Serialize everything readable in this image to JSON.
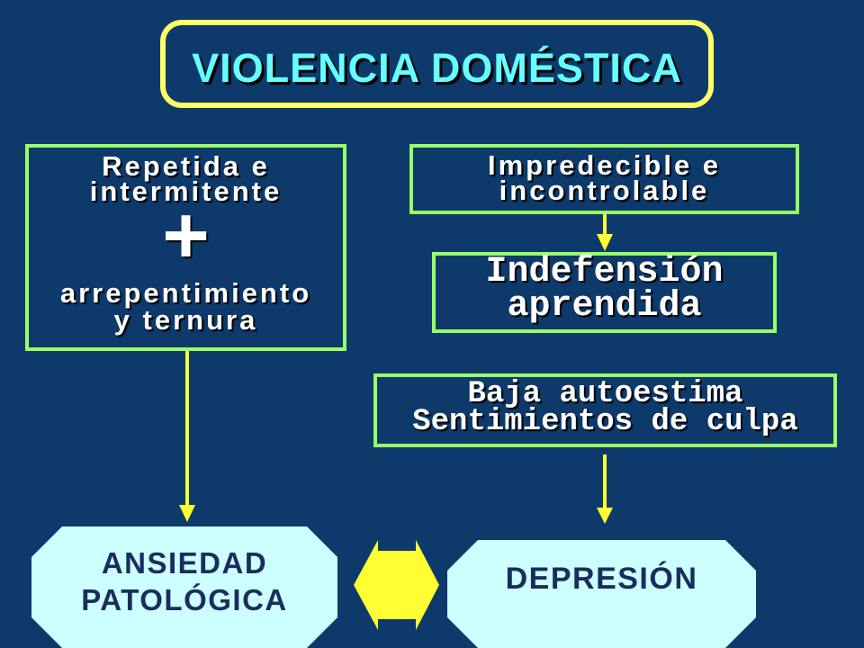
{
  "title": "VIOLENCIA DOMÉSTICA",
  "left_box": {
    "line1": "Repetida e",
    "line2": "intermitente",
    "plus": "+",
    "line3": "arrepentimiento",
    "line4": "y ternura"
  },
  "unpredictable_box": {
    "line1": "Impredecible e",
    "line2": "incontrolable"
  },
  "helplessness_box": {
    "line1": "Indefensión",
    "line2": "aprendida"
  },
  "self_esteem_box": {
    "line1": "Baja autoestima",
    "line2": "Sentimientos de culpa"
  },
  "anxiety_node": {
    "line1": "ANSIEDAD",
    "line2": "PATOLÓGICA"
  },
  "depression_node": {
    "label": "DEPRESIÓN"
  },
  "colors": {
    "background": "#0d3a6b",
    "title_border": "#ffff66",
    "title_text": "#66ffff",
    "box_border": "#99ff66",
    "box_text": "#ffffff",
    "arrow": "#ffff33",
    "node_fill": "#ccffff",
    "node_text": "#1b2d5c"
  }
}
